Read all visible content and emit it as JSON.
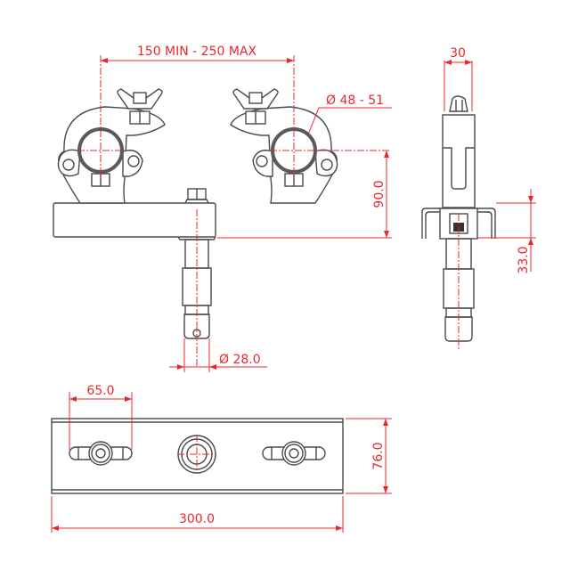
{
  "drawing": {
    "title": "Truss clamp hanging bracket — technical drawing",
    "line_color": "#4a4a4a",
    "dimension_color": "#e8282e",
    "views": {
      "front": {
        "dimensions": {
          "clamp_spacing": "150 MIN - 250 MAX",
          "tube_diameter": "Ø 48 - 51",
          "height": "90.0",
          "spigot_diameter": "Ø 28.0"
        }
      },
      "side": {
        "dimensions": {
          "width": "30",
          "spigot_length": "33.0"
        }
      },
      "top": {
        "dimensions": {
          "bolt_offset": "65.0",
          "plate_width": "76.0",
          "plate_length": "300.0"
        }
      }
    }
  }
}
